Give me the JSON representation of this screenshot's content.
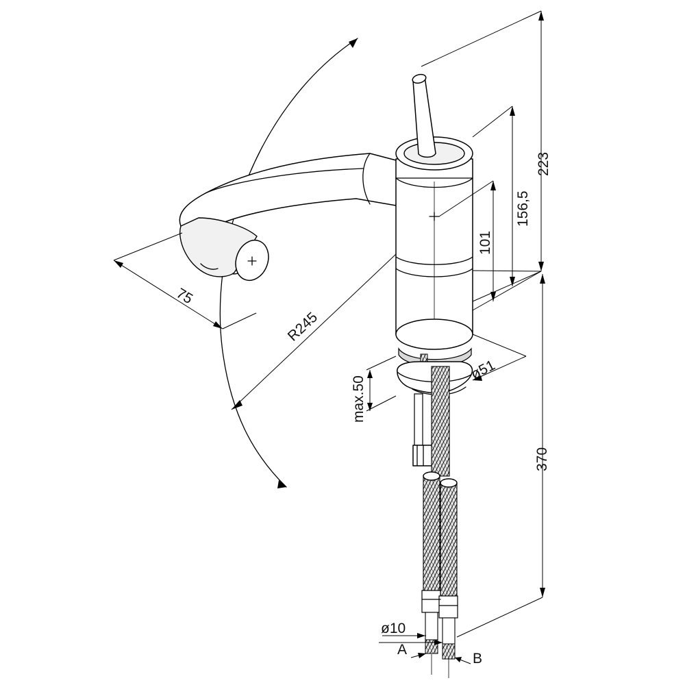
{
  "dimensions": {
    "width_75": "75",
    "radius": "R245",
    "height_223": "223",
    "height_156": "156,5",
    "height_101": "101",
    "diameter_51": "ø51",
    "max_50": "max.50",
    "length_370": "370",
    "hose_diameter": "ø10"
  },
  "connections": {
    "a": "A",
    "b": "B"
  }
}
